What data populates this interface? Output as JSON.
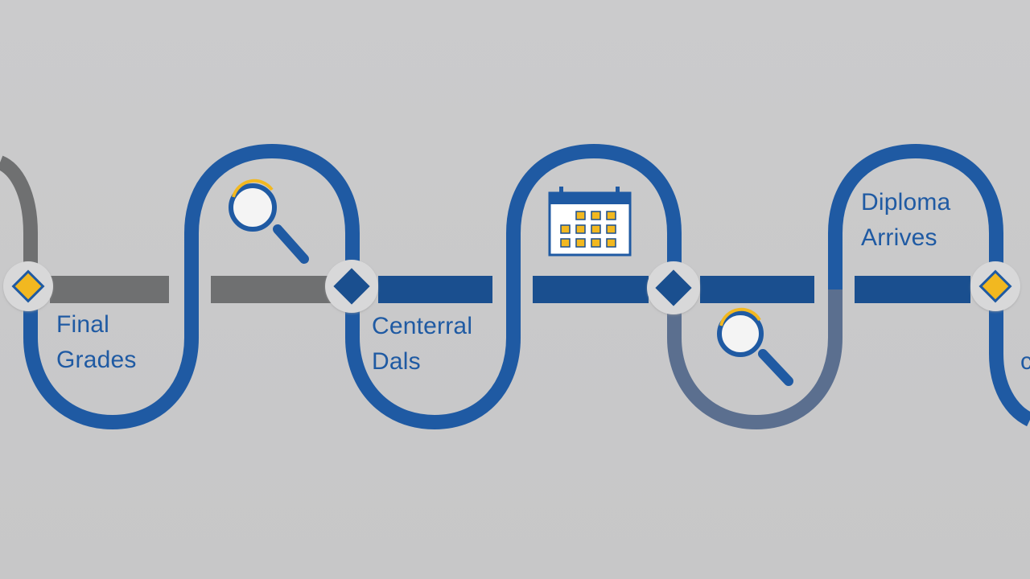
{
  "colors": {
    "background": "#c9c9ca",
    "blue": "#1f5aa3",
    "dark_blue": "#1a4f8f",
    "gray": "#6f7071",
    "blue_gray": "#5b6f8f",
    "gold": "#f2b820",
    "node_ring": "#d8d8d9"
  },
  "milestones": [
    {
      "id": "final-grades",
      "line1": "Final",
      "line2": "Grades",
      "marker": "gold-diamond"
    },
    {
      "id": "central-dates",
      "line1": "Centerral",
      "line2": "Dals",
      "marker": "blue-diamond"
    },
    {
      "id": "review",
      "line1": "",
      "line2": "",
      "marker": "blue-diamond"
    },
    {
      "id": "diploma-arrives",
      "line1": "Diploma",
      "line2": "Arrives",
      "marker": "gold-diamond"
    }
  ],
  "icons": [
    {
      "name": "magnifier-icon"
    },
    {
      "name": "calendar-icon"
    },
    {
      "name": "magnifier-icon"
    }
  ],
  "edge_fragment": "c"
}
